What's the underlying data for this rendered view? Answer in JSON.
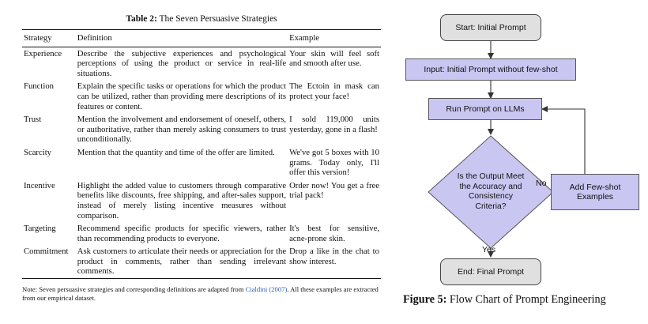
{
  "table": {
    "caption_label": "Table 2:",
    "caption_text": "The Seven Persuasive Strategies",
    "headers": [
      "Strategy",
      "Definition",
      "Example"
    ],
    "rows": [
      {
        "strategy": "Experience",
        "definition": "Describe the subjective experiences and psychological perceptions of using the product or service in real-life situations.",
        "example": "Your skin will feel soft and smooth after use."
      },
      {
        "strategy": "Function",
        "definition": "Explain the specific tasks or operations for which the product can be utilized, rather than providing mere descriptions of its features or content.",
        "example": "The Ectoin in mask can protect your face!"
      },
      {
        "strategy": "Trust",
        "definition": "Mention the involvement and endorsement of oneself, others, or authoritative, rather than merely asking consumers to trust unconditionally.",
        "example": "I sold 119,000 units yesterday, gone in a flash!"
      },
      {
        "strategy": "Scarcity",
        "definition": "Mention that the quantity and time of the offer are limited.",
        "example": "We've got 5 boxes with 10 grams. Today only, I'll offer this version!"
      },
      {
        "strategy": "Incentive",
        "definition": "Highlight the added value to customers through comparative benefits like discounts, free shipping, and after-sales support, instead of merely listing incentive measures without comparison.",
        "example": "Order now! You get a free trial pack!"
      },
      {
        "strategy": "Targeting",
        "definition": "Recommend specific products for specific viewers, rather than recommending products to everyone.",
        "example": "It's best for sensitive, acne-prone skin."
      },
      {
        "strategy": "Commitment",
        "definition": "Ask customers to articulate their needs or appreciation for the product in comments, rather than sending irrelevant comments.",
        "example": "Drop a like in the chat to show interest."
      }
    ],
    "note_prefix": "Note: Seven persuasive strategies and corresponding definitions are adapted from",
    "note_cite": "Cialdini (2007)",
    "note_suffix": ". All these examples are extracted from our empirical dataset."
  },
  "flowchart": {
    "start": "Start: Initial Prompt",
    "input": "Input: Initial Prompt without few-shot",
    "run": "Run Prompt on LLMs",
    "decision_lines": [
      "Is the Output Meet",
      "the Accuracy and",
      "Consistency",
      "Criteria?"
    ],
    "few_shot_lines": [
      "Add Few-shot",
      "Examples"
    ],
    "end": "End: Final Prompt",
    "label_no": "No",
    "label_yes": "Yes",
    "colors": {
      "terminal_fill": "#e0e0e0",
      "process_fill": "#c9c6f2",
      "line": "#333333"
    }
  },
  "figure": {
    "label": "Figure 5:",
    "caption": "Flow Chart of Prompt Engineering"
  }
}
